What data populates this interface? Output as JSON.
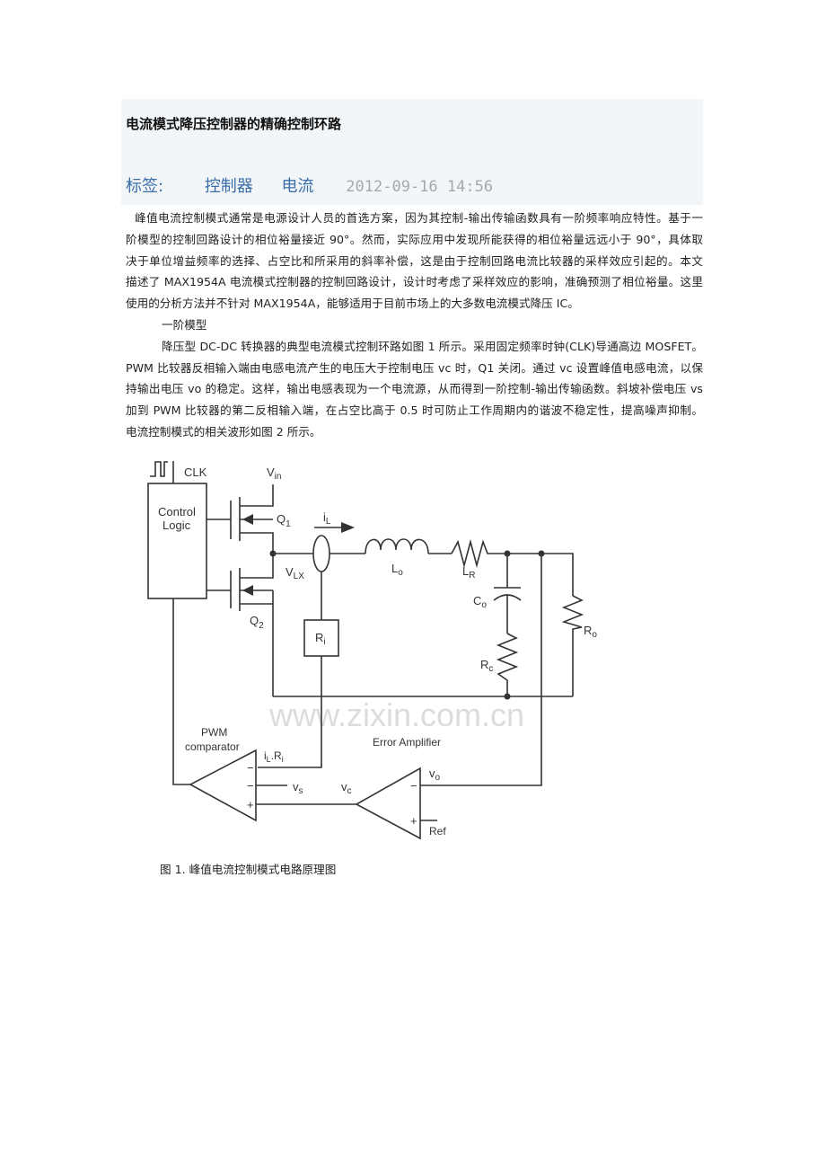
{
  "header": {
    "title": "电流模式降压控制器的精确控制环路",
    "tag_label": "标签:",
    "tags": [
      "控制器",
      "电流"
    ],
    "date": "2012-09-16 14:56"
  },
  "body": {
    "paragraph1": [
      "峰值电流控制模式通常是电源设计人员的首选方案，因为其控制-输出传输函数具有一阶频率响应特性。基于一",
      "阶模型的控制回路设计的相位裕量接近 90°。然而，实际应用中发现所能获得的相位裕量远远小于 90°，具体取",
      "决于单位增益频率的选择、占空比和所采用的斜率补偿，这是由于控制回路电流比较器的采样效应引起的。本文",
      "描述了 MAX1954A 电流模式控制器的控制回路设计，设计时考虑了采样效应的影响，准确预测了相位裕量。这里",
      "使用的分析方法并不针对 MAX1954A，能够适用于目前市场上的大多数电流模式降压 IC。"
    ],
    "section_heading": "一阶模型",
    "paragraph2": [
      "降压型 DC-DC 转换器的典型电流模式控制环路如图 1 所示。采用固定频率时钟(CLK)导通高边 MOSFET。",
      "PWM 比较器反相输入端由电感电流产生的电压大于控制电压 vc 时，Q1 关闭。通过 vc 设置峰值电感电流，以保",
      "持输出电压 vo 的稳定。这样，输出电感表现为一个电流源，从而得到一阶控制-输出传输函数。斜坡补偿电压 vs",
      "加到 PWM 比较器的第二反相输入端，在占空比高于 0.5 时可防止工作周期内的谐波不稳定性，提高噪声抑制。",
      "电流控制模式的相关波形如图 2 所示。"
    ]
  },
  "figure": {
    "labels": {
      "clk": "CLK",
      "control_logic_1": "Control",
      "control_logic_2": "Logic",
      "vin": "V",
      "vin_sub": "in",
      "q1": "Q",
      "q1_sub": "1",
      "q2": "Q",
      "q2_sub": "2",
      "il": "i",
      "il_sub": "L",
      "vlx": "V",
      "vlx_sub": "LX",
      "lo": "L",
      "lo_sub": "o",
      "lr": "L",
      "lr_sub": "R",
      "co": "C",
      "co_sub": "o",
      "ro": "R",
      "ro_sub": "o",
      "rc": "R",
      "rc_sub": "c",
      "ri": "R",
      "ri_sub": "i",
      "pwm_1": "PWM",
      "pwm_2": "comparator",
      "error_amp": "Error Amplifier",
      "ilri": "i",
      "ilri_sub": "L",
      "ilri_rest": ".R",
      "ilri_sub2": "i",
      "vs": "v",
      "vs_sub": "s",
      "vc": "v",
      "vc_sub": "c",
      "vo": "v",
      "vo_sub": "o",
      "ref": "Ref",
      "minus": "−",
      "plus": "+"
    },
    "watermark": "www.zixin.com.cn",
    "caption": "图 1. 峰值电流控制模式电路原理图"
  }
}
